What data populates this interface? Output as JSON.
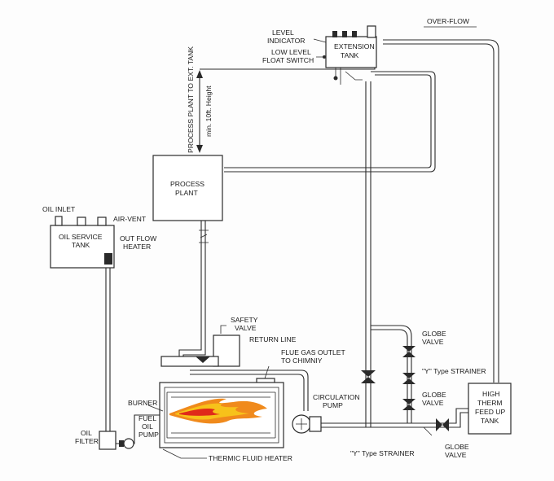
{
  "labels": {
    "level_indicator": [
      "LEVEL",
      "INDICATOR"
    ],
    "low_level_float_switch": [
      "LOW LEVEL",
      "FLOAT SWITCH"
    ],
    "extension_tank": [
      "EXTENSION",
      "TANK"
    ],
    "over_flow": "OVER-FLOW",
    "process_plant_to_ext_tank": "PROCESS PLANT TO EXT. TANK",
    "min_height": "min. 10ft. Height",
    "process_plant": [
      "PROCESS",
      "PLANT"
    ],
    "oil_inlet": "OIL INLET",
    "air_vent": "AIR-VENT",
    "oil_service_tank": [
      "OIL SERVICE",
      "TANK"
    ],
    "out_flow_heater": [
      "OUT FLOW",
      "HEATER"
    ],
    "safety_valve": [
      "SAFETY",
      "VALVE"
    ],
    "return_line": "RETURN LINE",
    "flue_gas_outlet": [
      "FLUE GAS OUTLET",
      "TO CHIMNIY"
    ],
    "globe_valve_upper": [
      "GLOBE",
      "VALVE"
    ],
    "y_strainer_upper": "\"Y\" Type STRAINER",
    "globe_valve_middle": [
      "GLOBE",
      "VALVE"
    ],
    "high_therm_tank": [
      "HIGH",
      "THERM",
      "FEED UP",
      "TANK"
    ],
    "circulation_pump": [
      "CIRCULATION",
      "PUMP"
    ],
    "burner": "BURNER",
    "fuel_oil_pump": [
      "FUEL",
      "OIL",
      "PUMP"
    ],
    "oil_filter": [
      "OIL",
      "FILTER"
    ],
    "thermic_fluid_heater": "THERMIC FLUID HEATER",
    "y_strainer_lower": "\"Y\" Type STRAINER",
    "globe_valve_lower": [
      "GLOBE",
      "VALVE"
    ]
  },
  "colors": {
    "line": "#2a2a2a",
    "flame_outer": "#f08a1c",
    "flame_mid": "#f7c21a",
    "flame_core": "#e02a1a"
  }
}
